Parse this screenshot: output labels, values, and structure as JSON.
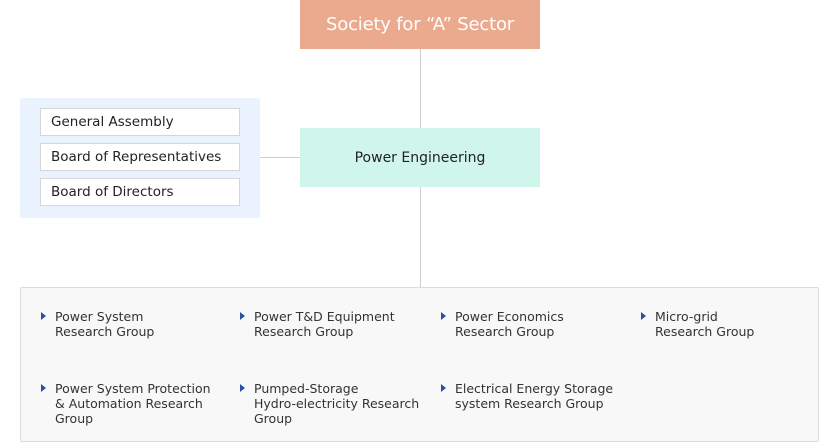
{
  "sector_title": "Society for “A” Sector",
  "division_title": "Power Engineering",
  "governance": [
    "General Assembly",
    "Board of Representatives",
    "Board of Directors"
  ],
  "research_groups": [
    "Power System\nResearch Group",
    "Power T&D Equipment\nResearch Group",
    "Power Economics\nResearch Group",
    "Micro-grid\nResearch Group",
    "Power System Protection\n& Automation Research\nGroup",
    "Pumped-Storage\nHydro-electricity Research\nGroup",
    "Electrical Energy Storage\nsystem Research Group"
  ],
  "colors": {
    "sector_box": "#eba98e",
    "division_box": "#d0f5ea",
    "governance_panel": "#eaf2fd",
    "bullet": "#2a4fa3"
  }
}
